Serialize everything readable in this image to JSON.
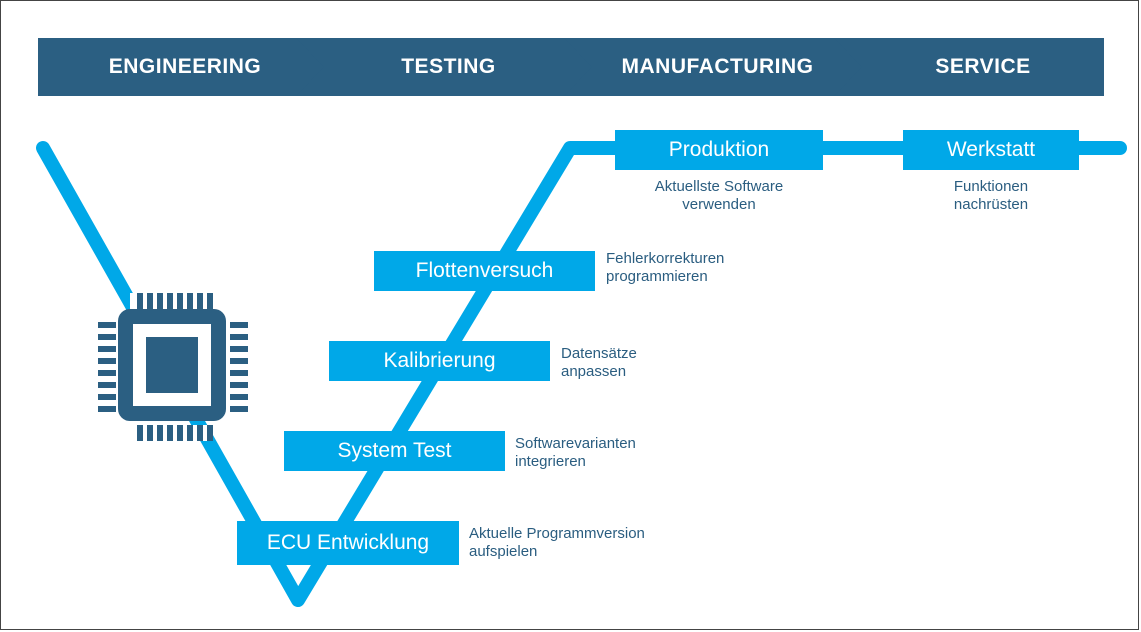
{
  "phases": [
    "ENGINEERING",
    "TESTING",
    "MANUFACTURING",
    "SERVICE"
  ],
  "stages": {
    "ecu": {
      "label": "ECU Entwicklung",
      "desc": [
        "Aktuelle Programmversion",
        "aufspielen"
      ]
    },
    "system_test": {
      "label": "System Test",
      "desc": [
        "Softwarevarianten",
        "integrieren"
      ]
    },
    "kalibrierung": {
      "label": "Kalibrierung",
      "desc": [
        "Datensätze",
        "anpassen"
      ]
    },
    "flottenversuch": {
      "label": "Flottenversuch",
      "desc": [
        "Fehlerkorrekturen",
        "programmieren"
      ]
    },
    "produktion": {
      "label": "Produktion",
      "desc": [
        "Aktuellste Software",
        "verwenden"
      ]
    },
    "werkstatt": {
      "label": "Werkstatt",
      "desc": [
        "Funktionen",
        "nachrüsten"
      ]
    }
  },
  "colors": {
    "arrow": "#2b5f82",
    "accent": "#00a8e8",
    "chip": "#2b5f82",
    "text": "#2a5d80"
  },
  "icon": "chip-icon"
}
